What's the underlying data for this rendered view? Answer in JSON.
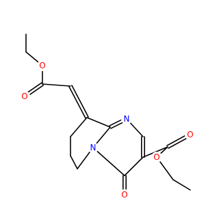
{
  "molecule": {
    "colors": {
      "bond": "#000000",
      "oxygen": "#ff0000",
      "nitrogen": "#0000ff",
      "background": "#ffffff"
    },
    "labels": {
      "o_ester1_single": "O",
      "o_ester1_carbonyl": "O",
      "n_ring_imine": "N",
      "n_ring_bridge": "N",
      "o_ketone": "O",
      "o_ester2_carbonyl": "O",
      "o_ester2_single": "O"
    }
  }
}
